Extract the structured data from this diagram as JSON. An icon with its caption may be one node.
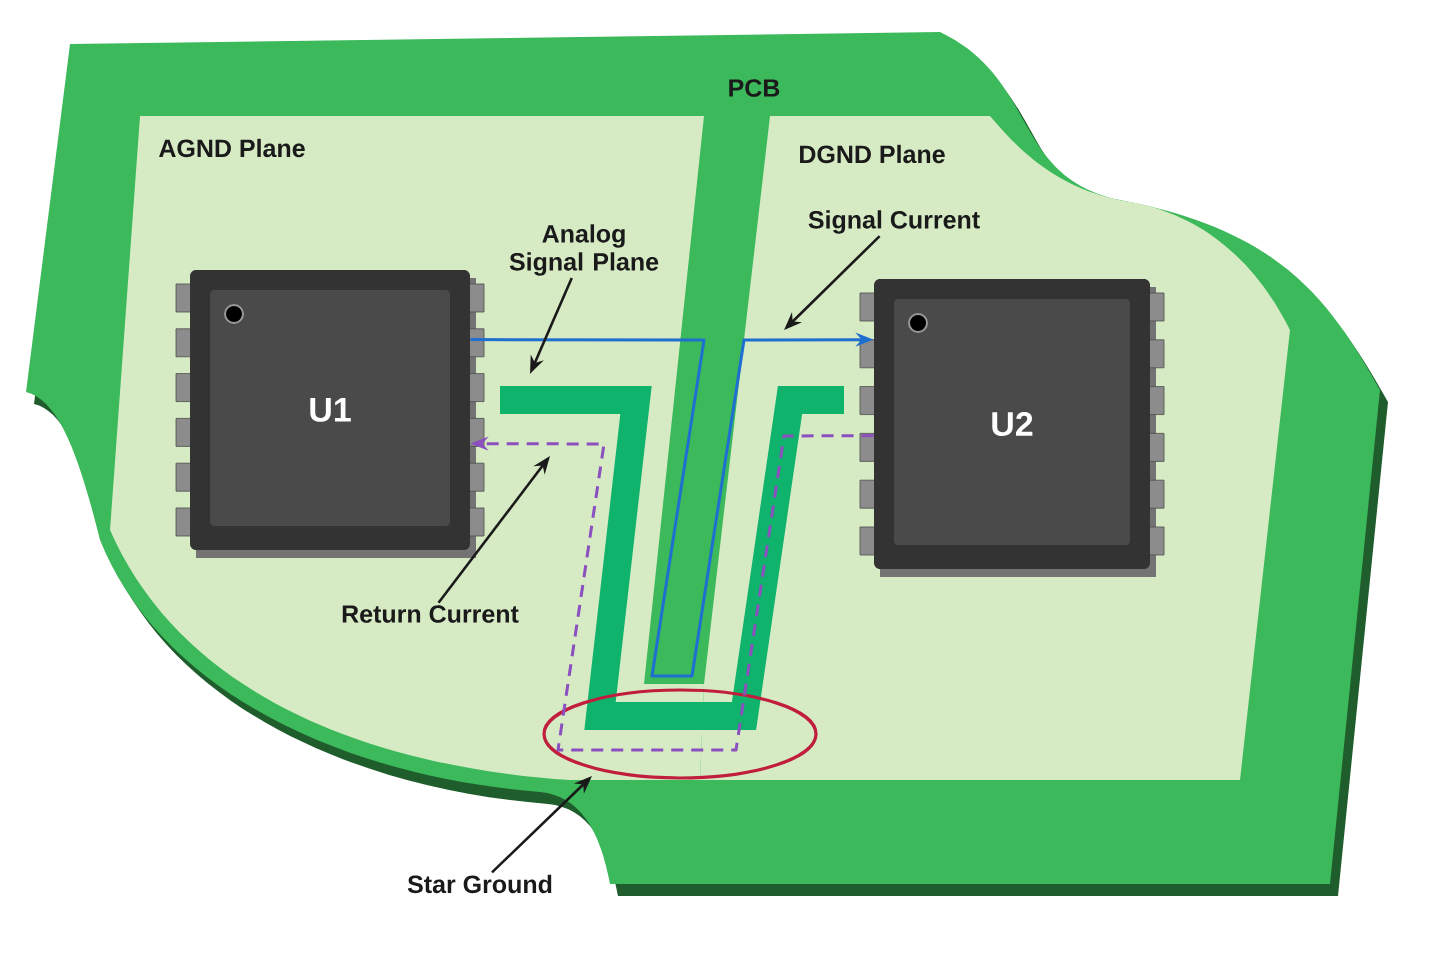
{
  "diagram": {
    "nodes": [
      {
        "text": [
          "PCB"
        ]
      },
      {
        "text": [
          "AGND Plane"
        ],
        "in": 0
      },
      {
        "text": [
          "DGND Plane"
        ],
        "in": 0
      },
      {
        "text": [
          "U1"
        ],
        "in": 1
      },
      {
        "text": [
          "U2"
        ],
        "in": 2
      },
      {
        "text": [
          "Analog Signal Plane"
        ],
        "in": 1
      },
      {
        "text": [
          "Signal Current"
        ],
        "in": 2
      },
      {
        "text": [
          "Return Current"
        ],
        "in": 1
      },
      {
        "text": [
          "Star Ground"
        ]
      }
    ],
    "edges": [
      {
        "from": 3,
        "to": 4,
        "arrow": "to",
        "color": "#1f6fd1"
      },
      {
        "from": 4,
        "to": 3,
        "arrow": "to",
        "style": "dashed",
        "color": "#8b4fc0"
      },
      {
        "from": 5,
        "to": null,
        "arrow": "to"
      },
      {
        "from": 6,
        "to": null,
        "arrow": "to"
      },
      {
        "from": 7,
        "to": null,
        "arrow": "to"
      },
      {
        "from": 8,
        "to": 1,
        "arrow": "to"
      }
    ]
  }
}
